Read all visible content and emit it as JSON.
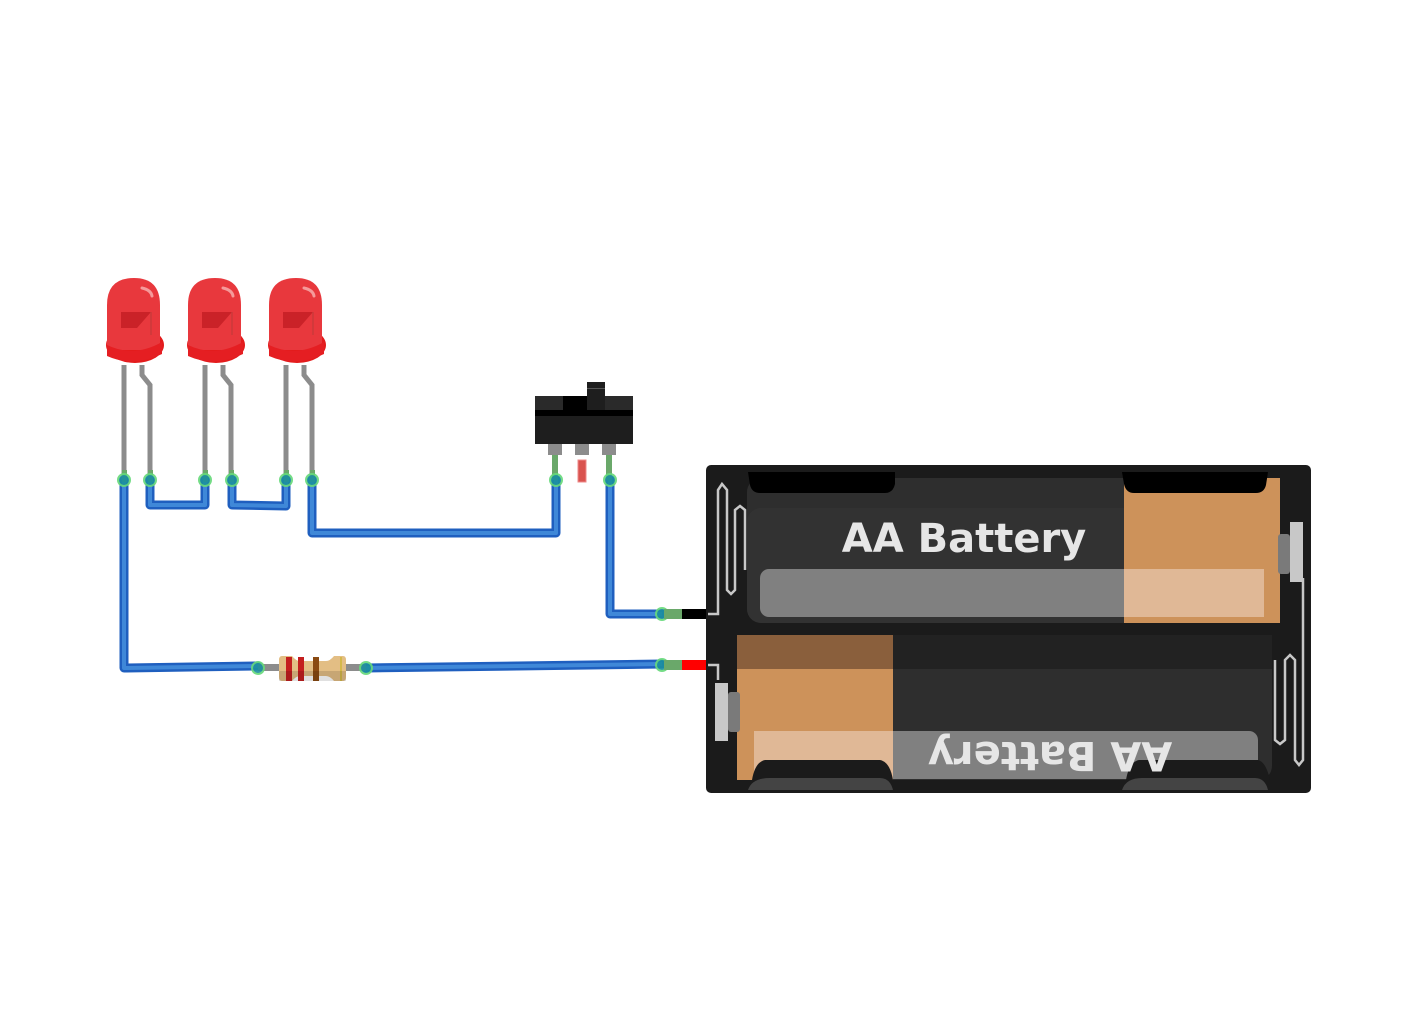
{
  "canvas": {
    "background": "#ffffff"
  },
  "colors": {
    "wire": "#1f5fbf",
    "wire_highlight": "#3f88d8",
    "wire_end_glow": "#66d97a",
    "lead": "#8c8c8c",
    "lead_green": "#6aa86a",
    "led_red": "#e8383d",
    "led_red_dark": "#c41f24",
    "holder_body": "#1b1b1b",
    "battery_copper": "#cd925a",
    "battery_label": "#e6e6e6",
    "red_lead": "#ff0000",
    "black_lead": "#000000"
  },
  "components": {
    "leds": [
      {
        "id": "led-1",
        "color": "red"
      },
      {
        "id": "led-2",
        "color": "red"
      },
      {
        "id": "led-3",
        "color": "red"
      }
    ],
    "switch": {
      "id": "slide-switch",
      "type": "SPDT slide switch"
    },
    "resistor": {
      "id": "resistor",
      "bands": [
        "#c41f1f",
        "#c41f1f",
        "#8a4a12",
        "#d4b84a"
      ]
    },
    "battery_holder": {
      "id": "battery-pack",
      "cells": [
        {
          "label": "AA Battery",
          "orientation": "normal"
        },
        {
          "label": "AA Battery",
          "orientation": "flipped"
        }
      ]
    }
  }
}
